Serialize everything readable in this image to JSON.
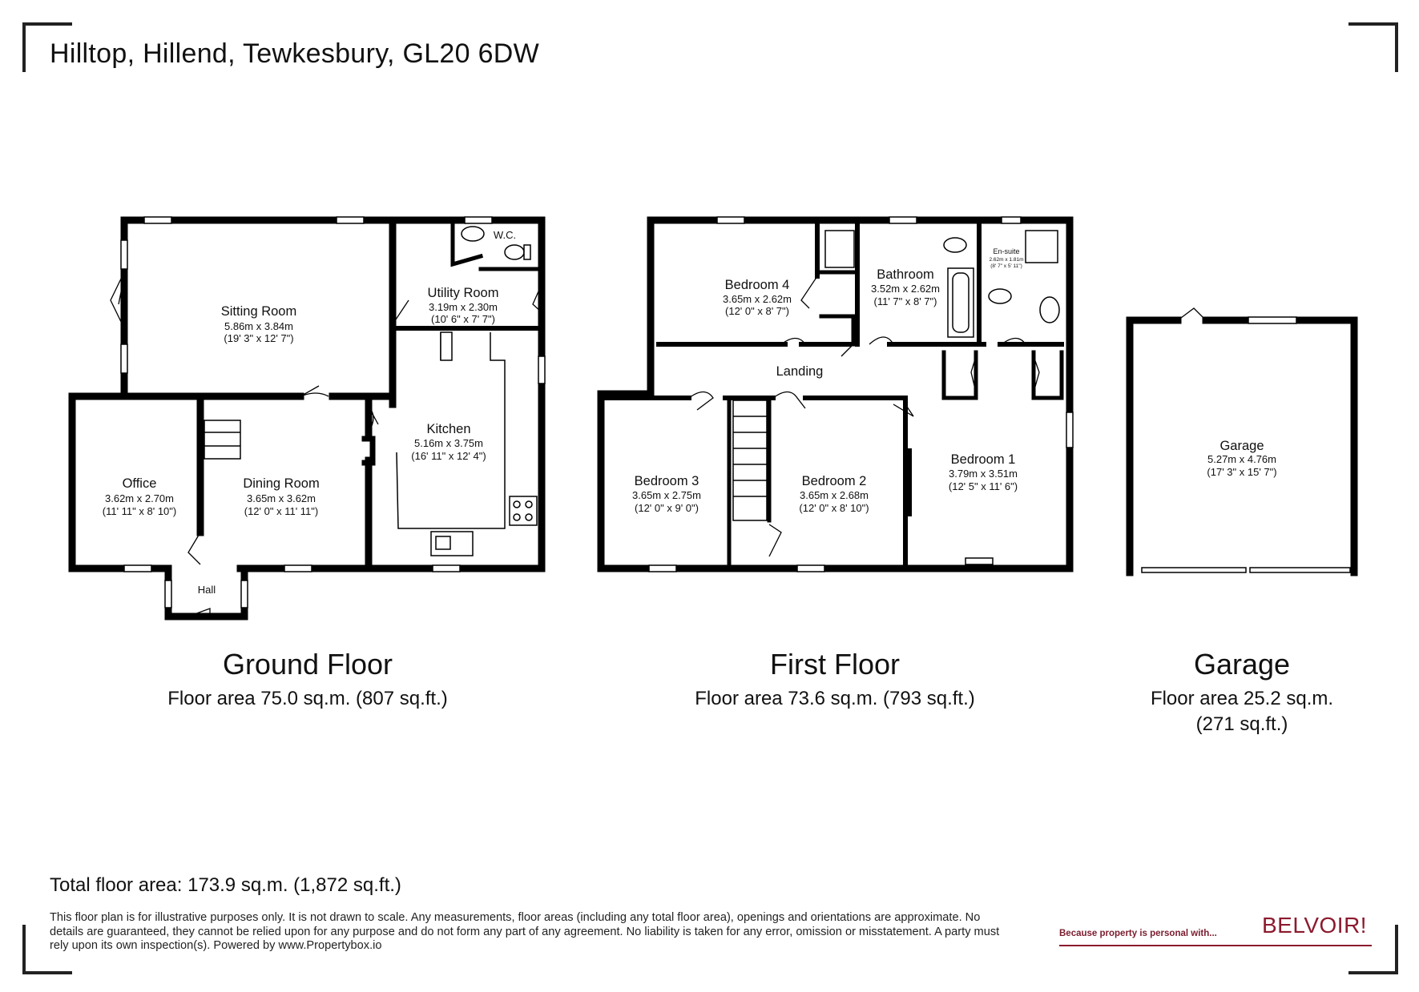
{
  "address": "Hilltop, Hillend, Tewkesbury, GL20 6DW",
  "floors": [
    {
      "title": "Ground Floor",
      "area": "Floor area 75.0 sq.m. (807 sq.ft.)"
    },
    {
      "title": "First Floor",
      "area": "Floor area 73.6 sq.m. (793 sq.ft.)"
    },
    {
      "title": "Garage",
      "area_line1": "Floor area 25.2 sq.m.",
      "area_line2": "(271 sq.ft.)"
    }
  ],
  "rooms": {
    "sitting": {
      "name": "Sitting Room",
      "metric": "5.86m x 3.84m",
      "imperial": "(19' 3\" x 12' 7\")"
    },
    "wc": {
      "name": "W.C."
    },
    "utility": {
      "name": "Utility Room",
      "metric": "3.19m x 2.30m",
      "imperial": "(10' 6\" x 7' 7\")"
    },
    "kitchen": {
      "name": "Kitchen",
      "metric": "5.16m x 3.75m",
      "imperial": "(16' 11\" x 12' 4\")"
    },
    "office": {
      "name": "Office",
      "metric": "3.62m x 2.70m",
      "imperial": "(11' 11\" x 8' 10\")"
    },
    "dining": {
      "name": "Dining Room",
      "metric": "3.65m x 3.62m",
      "imperial": "(12' 0\" x 11' 11\")"
    },
    "hall": {
      "name": "Hall"
    },
    "bed4": {
      "name": "Bedroom 4",
      "metric": "3.65m x 2.62m",
      "imperial": "(12' 0\" x 8' 7\")"
    },
    "bathroom": {
      "name": "Bathroom",
      "metric": "3.52m x 2.62m",
      "imperial": "(11' 7\" x 8' 7\")"
    },
    "ensuite": {
      "name": "En-suite",
      "metric": "2.62m x 1.81m",
      "imperial": "(8' 7\" x 5' 11\")"
    },
    "landing": {
      "name": "Landing"
    },
    "bed3": {
      "name": "Bedroom 3",
      "metric": "3.65m x 2.75m",
      "imperial": "(12' 0\" x 9' 0\")"
    },
    "bed2": {
      "name": "Bedroom 2",
      "metric": "3.65m x 2.68m",
      "imperial": "(12' 0\" x 8' 10\")"
    },
    "bed1": {
      "name": "Bedroom 1",
      "metric": "3.79m x 3.51m",
      "imperial": "(12' 5\" x 11' 6\")"
    },
    "garage": {
      "name": "Garage",
      "metric": "5.27m x 4.76m",
      "imperial": "(17' 3\" x 15' 7\")"
    }
  },
  "total_area": "Total floor area: 173.9 sq.m. (1,872 sq.ft.)",
  "disclaimer": "This floor plan is for illustrative purposes only. It is not drawn to scale. Any measurements, floor areas (including any total floor area), openings and orientations are approximate. No details are guaranteed, they cannot be relied upon for any purpose and do not form any part of any agreement. No liability is taken for any error, omission or misstatement. A party must rely upon its own inspection(s). Powered by www.Propertybox.io",
  "brand": {
    "tagline": "Because property is personal with...",
    "name": "BELVOIR!",
    "color": "#8c1a2e"
  }
}
